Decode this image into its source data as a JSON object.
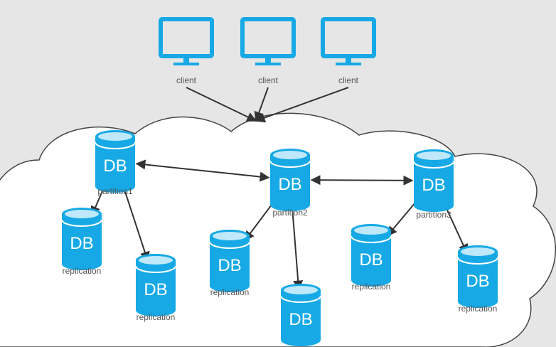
{
  "colors": {
    "background": "#e6e6e6",
    "cloud_fill": "#ffffff",
    "cloud_stroke": "#444444",
    "accent": "#16a9e6",
    "accent_top": "#bfe9fa",
    "arrow": "#333333",
    "label": "#555555"
  },
  "clients": [
    {
      "id": "c1",
      "label": "client",
      "icon": "monitor-icon"
    },
    {
      "id": "c2",
      "label": "client",
      "icon": "monitor-icon"
    },
    {
      "id": "c3",
      "label": "client",
      "icon": "monitor-icon"
    }
  ],
  "databases": [
    {
      "id": "p1",
      "text": "DB",
      "label": "partition1",
      "role": "partition"
    },
    {
      "id": "p2",
      "text": "DB",
      "label": "partition2",
      "role": "partition"
    },
    {
      "id": "p3",
      "text": "DB",
      "label": "partition3",
      "role": "partition"
    },
    {
      "id": "r1a",
      "text": "DB",
      "label": "replication",
      "role": "replica"
    },
    {
      "id": "r1b",
      "text": "DB",
      "label": "replication",
      "role": "replica"
    },
    {
      "id": "r2a",
      "text": "DB",
      "label": "replication",
      "role": "replica"
    },
    {
      "id": "r2b",
      "text": "DB",
      "label": "",
      "role": "replica"
    },
    {
      "id": "r3a",
      "text": "DB",
      "label": "replication",
      "role": "replica"
    },
    {
      "id": "r3b",
      "text": "DB",
      "label": "replication",
      "role": "replica"
    }
  ],
  "edges": [
    {
      "from": "c1",
      "to": "cloud",
      "bidirectional": false
    },
    {
      "from": "c2",
      "to": "cloud",
      "bidirectional": false
    },
    {
      "from": "c3",
      "to": "cloud",
      "bidirectional": false
    },
    {
      "from": "p1",
      "to": "p2",
      "bidirectional": true
    },
    {
      "from": "p2",
      "to": "p3",
      "bidirectional": true
    },
    {
      "from": "p1",
      "to": "r1a",
      "bidirectional": false
    },
    {
      "from": "p1",
      "to": "r1b",
      "bidirectional": false
    },
    {
      "from": "p2",
      "to": "r2a",
      "bidirectional": false
    },
    {
      "from": "p2",
      "to": "r2b",
      "bidirectional": false
    },
    {
      "from": "p3",
      "to": "r3a",
      "bidirectional": false
    },
    {
      "from": "p3",
      "to": "r3b",
      "bidirectional": false
    }
  ]
}
